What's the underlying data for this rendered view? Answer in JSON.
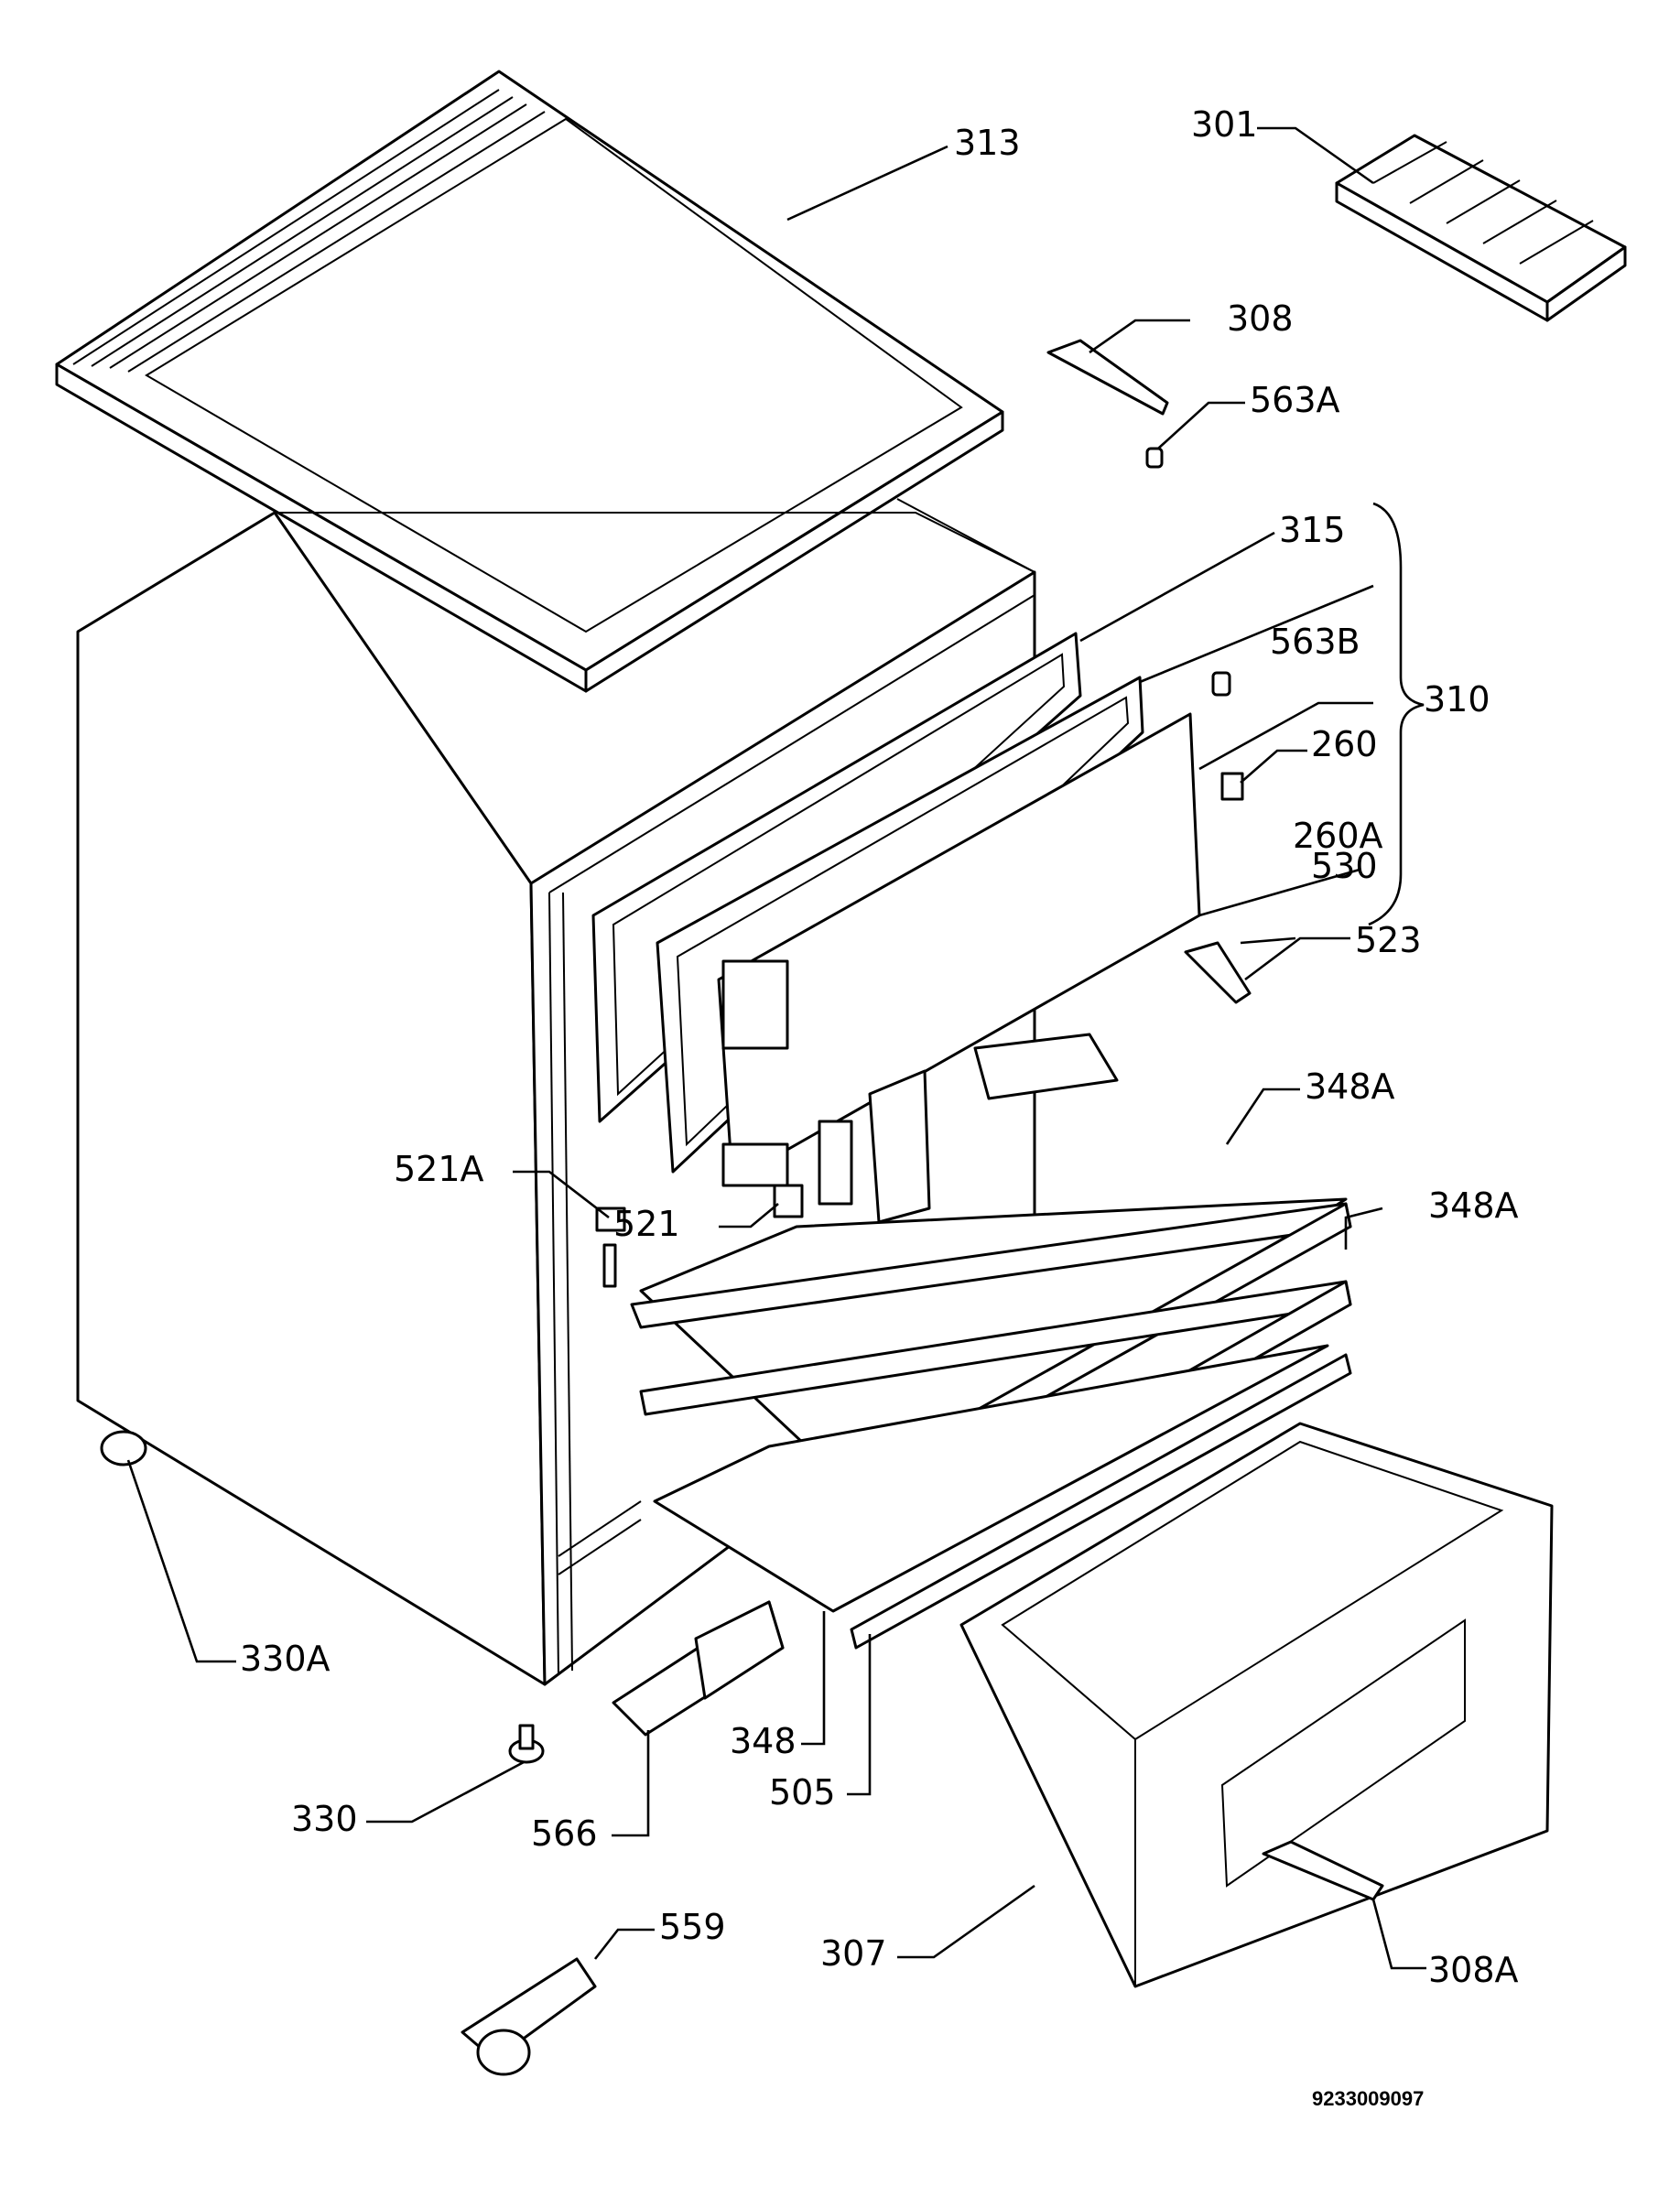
{
  "diagram": {
    "callouts": {
      "c301": "301",
      "c313": "313",
      "c308": "308",
      "c563a": "563A",
      "c315": "315",
      "c563b": "563B",
      "c310": "310",
      "c260": "260",
      "c260a": "260A",
      "c530": "530",
      "c523": "523",
      "c348a_1": "348A",
      "c348a_2": "348A",
      "c521a": "521A",
      "c521": "521",
      "c330a": "330A",
      "c348": "348",
      "c505": "505",
      "c330": "330",
      "c566": "566",
      "c559": "559",
      "c307": "307",
      "c308a": "308A"
    },
    "document_number": "9233009097"
  }
}
